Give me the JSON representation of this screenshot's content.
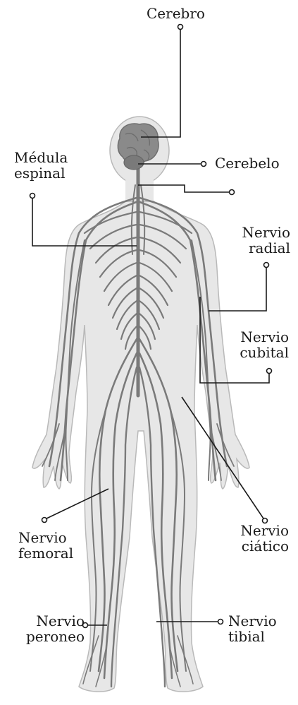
{
  "labels": {
    "cerebro": "Cerebro",
    "cerebelo": "Cerebelo",
    "medula_line1": "Médula",
    "medula_line2": "espinal",
    "radial_line1": "Nervio",
    "radial_line2": "radial",
    "cubital_line1": "Nervio",
    "cubital_line2": "cubital",
    "femoral_line1": "Nervio",
    "femoral_line2": "femoral",
    "ciatico_line1": "Nervio",
    "ciatico_line2": "ciático",
    "peroneo_line1": "Nervio",
    "peroneo_line2": "peroneo",
    "tibial_line1": "Nervio",
    "tibial_line2": "tibial"
  },
  "colors": {
    "body_fill": "#e7e7e7",
    "body_outline": "#b9b9b9",
    "nerve": "#7a7a7a",
    "brain": "#8a8a8a",
    "leader_line": "#1a1a1a"
  }
}
